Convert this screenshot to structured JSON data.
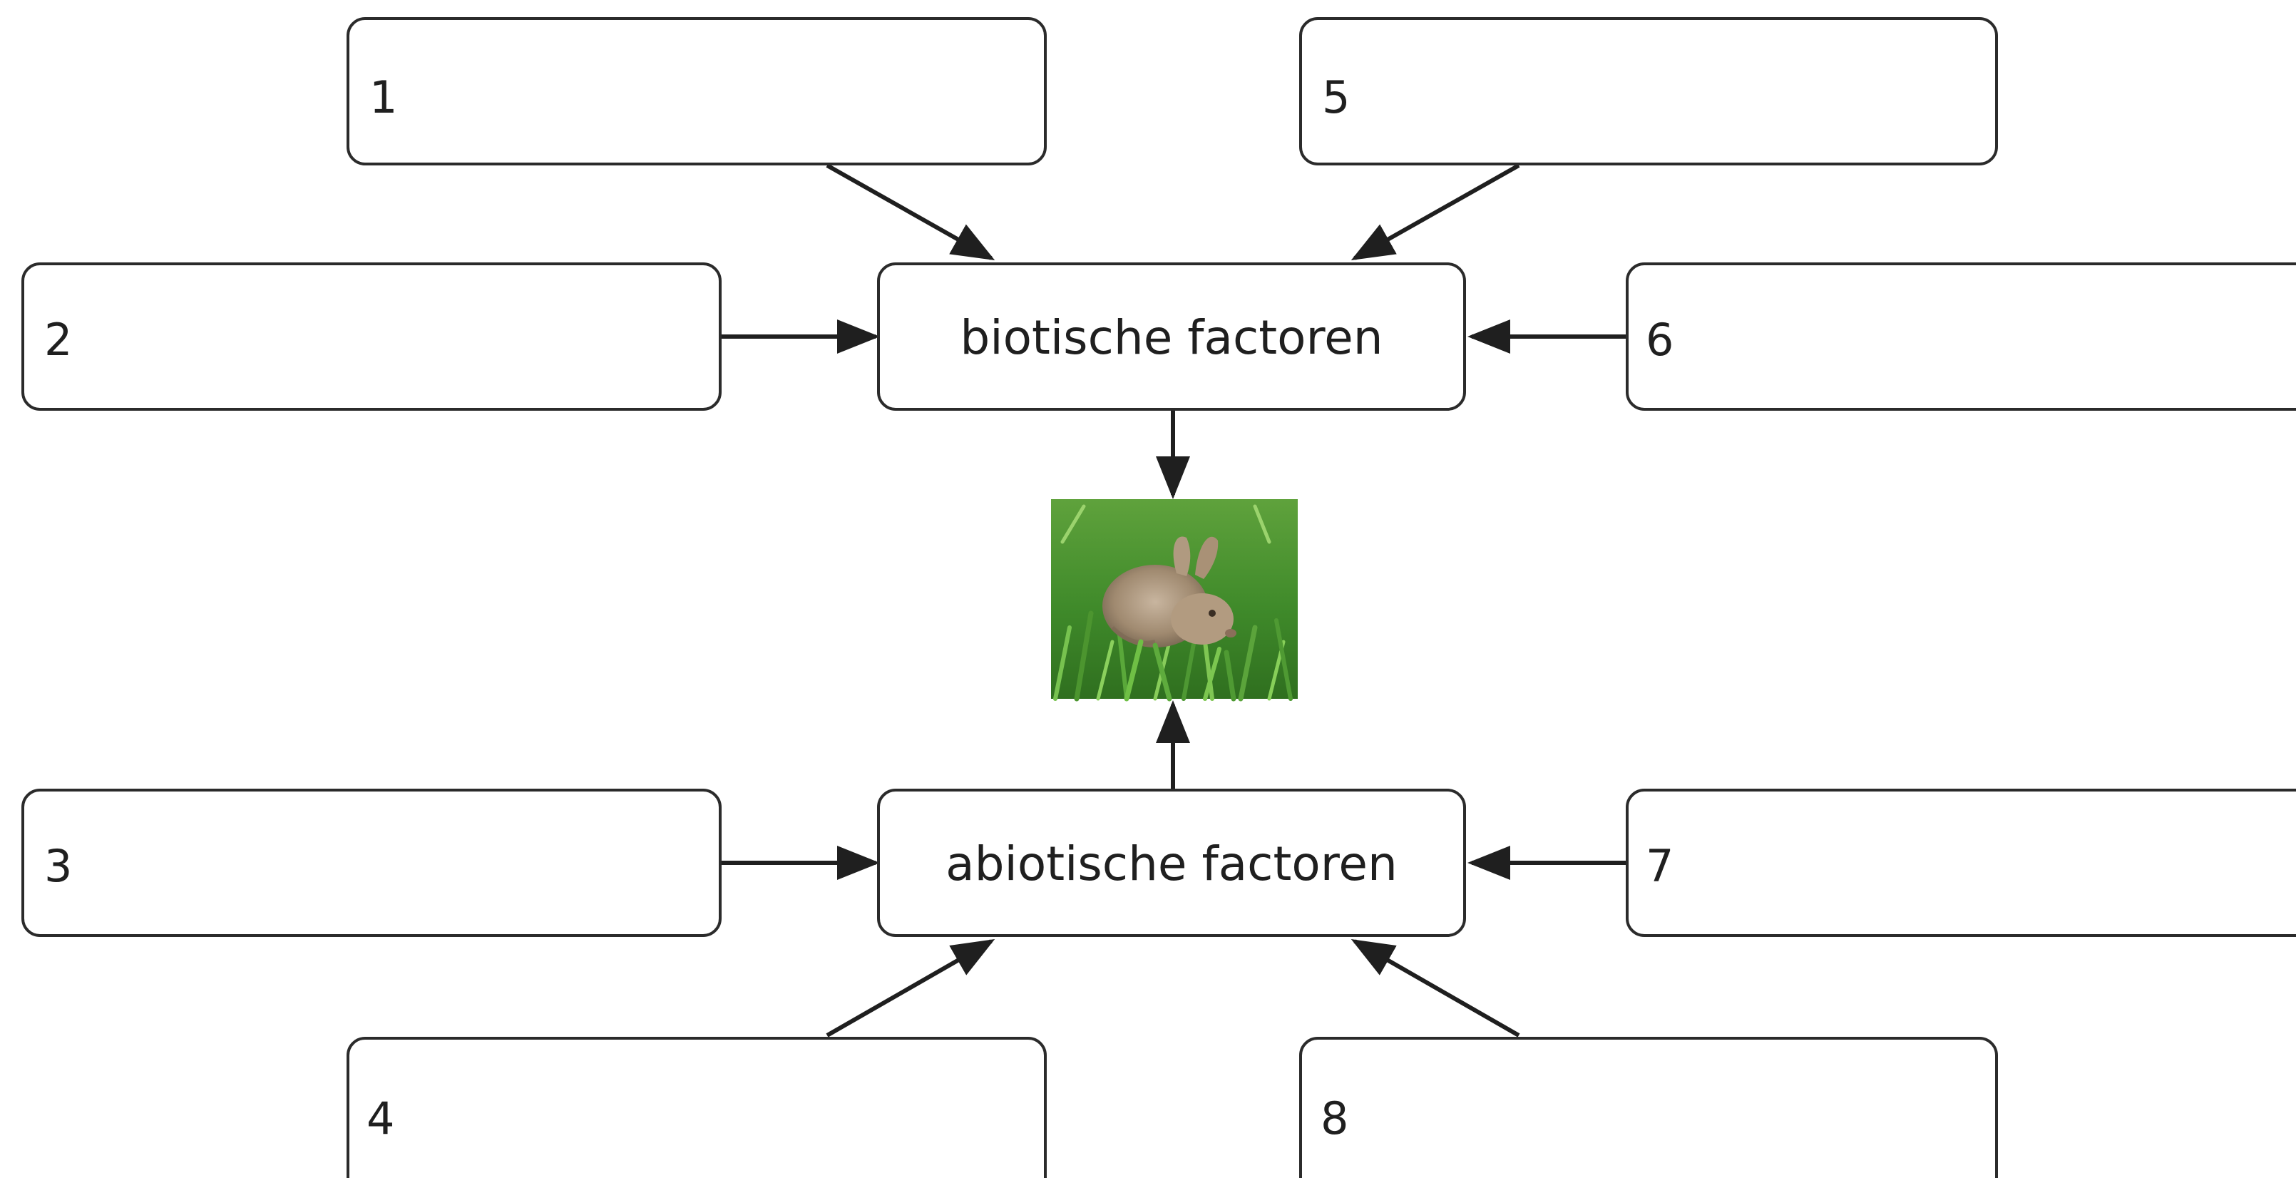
{
  "diagram": {
    "center_top": {
      "label": "biotische factoren"
    },
    "center_bottom": {
      "label": "abiotische factoren"
    },
    "organism": {
      "icon": "rabbit-photo",
      "colors": {
        "grass": "#3f8a2a",
        "grass_light": "#6fb34a",
        "fur": "#a08a70",
        "fur_light": "#c4b09a"
      }
    },
    "boxes": [
      {
        "label": "1"
      },
      {
        "label": "2"
      },
      {
        "label": "3"
      },
      {
        "label": "4"
      },
      {
        "label": "5"
      },
      {
        "label": "6"
      },
      {
        "label": "7"
      },
      {
        "label": "8"
      }
    ]
  }
}
